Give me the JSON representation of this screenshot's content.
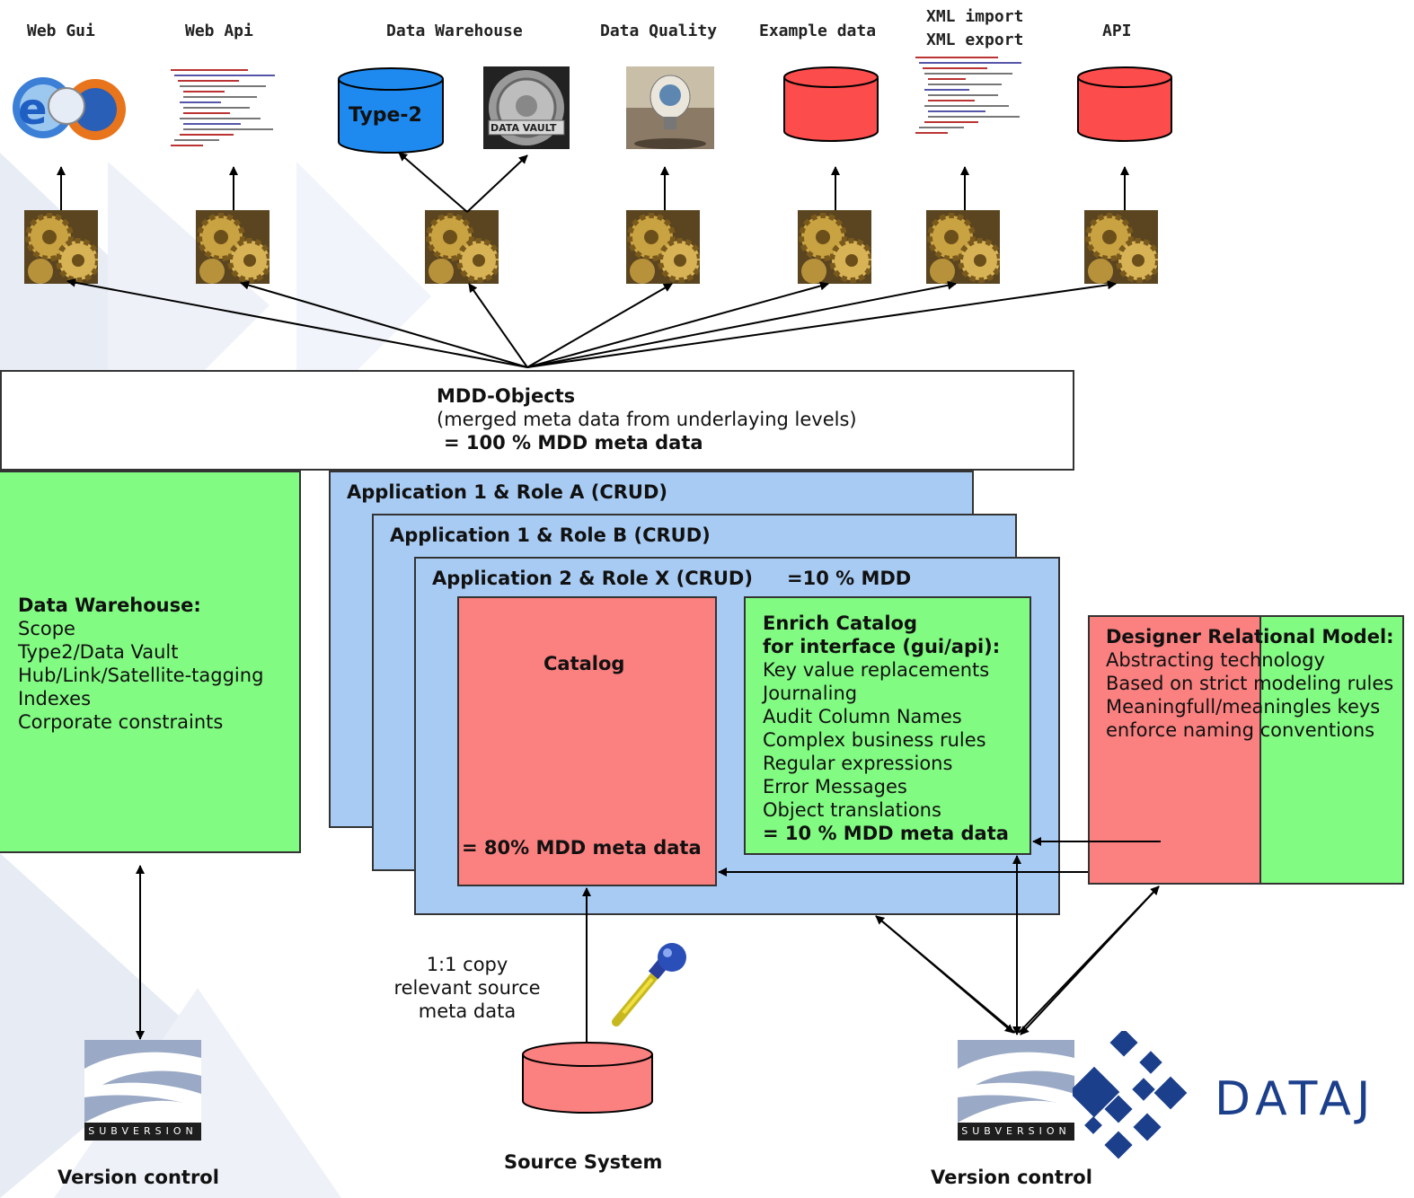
{
  "top_labels": {
    "web_gui": "Web Gui",
    "web_api": "Web Api",
    "data_warehouse": "Data Warehouse",
    "data_quality": "Data Quality",
    "example_data": "Example data",
    "xml_import": "XML import",
    "xml_export": "XML export",
    "api": "API"
  },
  "type2_label": "Type-2",
  "data_vault_label": "DATA VAULT",
  "mdd_objects": {
    "title": "MDD-Objects",
    "subtitle": "(merged meta data from underlaying levels)",
    "percent": "= 100 % MDD meta data"
  },
  "data_warehouse_box": {
    "title": "Data Warehouse:",
    "items": [
      "Scope",
      "Type2/Data Vault",
      "Hub/Link/Satellite-tagging",
      "Indexes",
      "Corporate constraints"
    ]
  },
  "app_layers": {
    "layer1": "Application 1 & Role A (CRUD)",
    "layer2": "Application 1 & Role B (CRUD)",
    "layer3": "Application 2 & Role X (CRUD)",
    "layer3_mdd": "=10 % MDD"
  },
  "catalog": {
    "title": "Catalog",
    "percent": "= 80% MDD meta data"
  },
  "enrich": {
    "title1": "Enrich Catalog",
    "title2": "for interface (gui/api):",
    "items": [
      "Key value replacements",
      "Journaling",
      "Audit Column Names",
      "Complex business rules",
      "Regular expressions",
      "Error Messages",
      "Object translations"
    ],
    "percent": "= 10 % MDD meta data"
  },
  "designer": {
    "title": "Designer Relational Model:",
    "items": [
      "Abstracting technology",
      "Based on strict modeling rules",
      "Meaningfull/meaningles keys",
      "enforce naming conventions"
    ]
  },
  "copy_note": [
    "1:1 copy",
    "relevant source",
    "meta data"
  ],
  "source_system": "Source System",
  "version_control_left": "Version control",
  "version_control_right": "Version control",
  "subversion_text": "SUBVERSION",
  "brand_text": "DATAJ",
  "colors": {
    "green": "#82fb82",
    "light_blue": "#a8cbf3",
    "red": "#fb8080",
    "db_red": "#fc4c4c",
    "db_blue": "#1e8af0",
    "brand_blue": "#1c3f8c"
  }
}
